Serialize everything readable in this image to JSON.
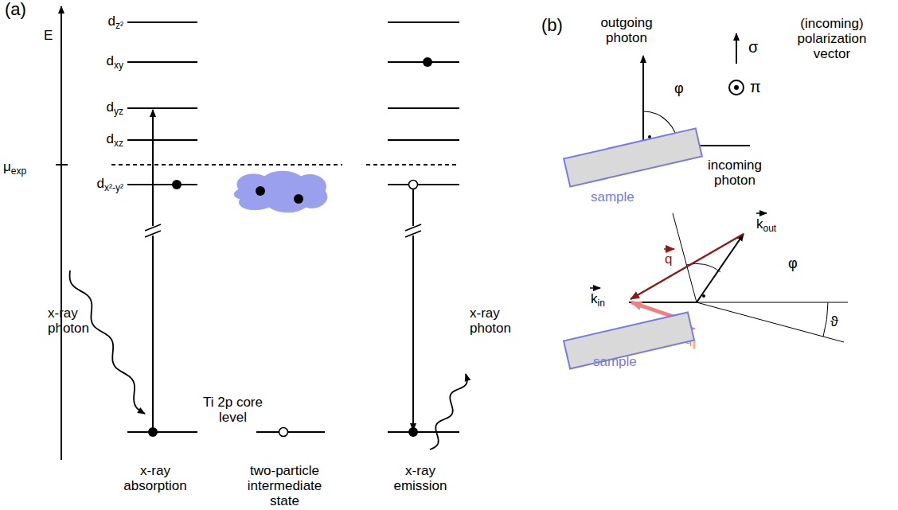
{
  "diagram": {
    "nodes": [
      {
        "text": [
          "sample"
        ]
      },
      {
        "text": [
          "sample"
        ]
      }
    ],
    "labels": [
      "(a)",
      "E",
      "dz²",
      "dxy",
      "dyz",
      "dxz",
      "μexp",
      "dx²-y²",
      "x-ray photon",
      "Ti 2p core level",
      "x-ray absorption",
      "two-particle intermediate state",
      "x-ray emission",
      "x-ray photon",
      "(b)",
      "outgoing photon",
      "φ",
      "incoming photon",
      "σ",
      "π",
      "(incoming) polarization vector",
      "kin",
      "q",
      "kout",
      "φ",
      "q∥",
      "ϑ"
    ]
  }
}
